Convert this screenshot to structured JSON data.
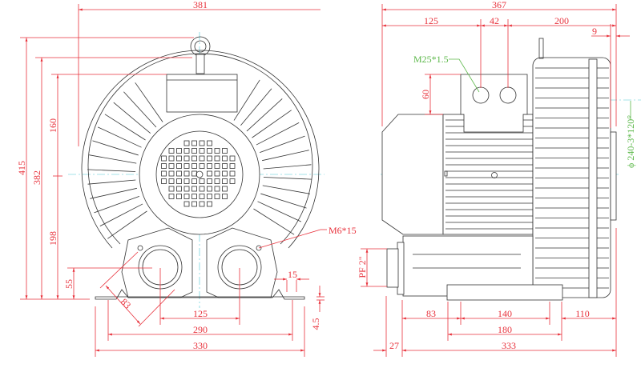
{
  "front_view": {
    "dims": {
      "overall_width": "381",
      "overall_height": "415",
      "housing_height": "382",
      "upper_height": "160",
      "lower_height": "198",
      "port_height": "55",
      "port_flange": "83",
      "port_spacing": "125",
      "mount_hole_spacing": "290",
      "base_width": "330",
      "slot_width": "15",
      "base_thickness": "4.5"
    },
    "callout": "M6*15"
  },
  "side_view": {
    "dims": {
      "overall_depth": "367",
      "to_gland_1": "125",
      "gland_spacing": "42",
      "gland_to_end": "200",
      "flange_offset": "9",
      "box_height": "60",
      "port_size": "PF 2\"",
      "port_to_base": "83",
      "mount_spacing": "140",
      "base_to_end": "110",
      "base_length": "180",
      "port_overhang": "27",
      "body_length": "333"
    },
    "callouts": {
      "cable_gland": "M25*1.5",
      "bolt_circle": "ϕ 240-3*120°"
    }
  },
  "colors": {
    "dimension": "#e8323c",
    "callout": "#5cb84a",
    "centerline": "#4cc7d6",
    "outline": "#333333"
  }
}
